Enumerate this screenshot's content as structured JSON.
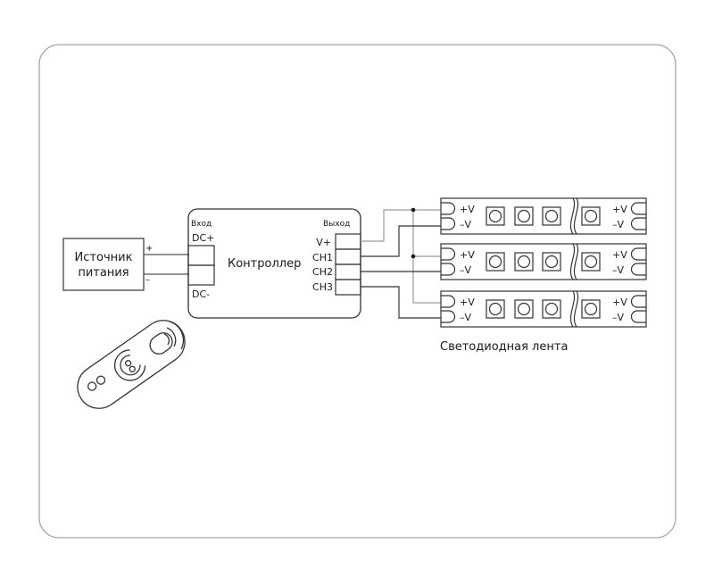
{
  "power_source": {
    "line1": "Источник",
    "line2": "питания",
    "plus": "+",
    "minus": "–"
  },
  "controller": {
    "title": "Контроллер",
    "input_label": "Вход",
    "dc_plus": "DC+",
    "dc_minus": "DC-",
    "output_label": "Выход",
    "outputs": [
      "V+",
      "CH1",
      "CH2",
      "CH3"
    ]
  },
  "strips": {
    "caption": "Светодиодная лента",
    "count": 3,
    "plus_label": "+V",
    "minus_label": "–V"
  },
  "colors": {
    "stroke": "#1a1a1a",
    "light_wire": "#9a9a9a",
    "frame": "#a8a8a8"
  }
}
